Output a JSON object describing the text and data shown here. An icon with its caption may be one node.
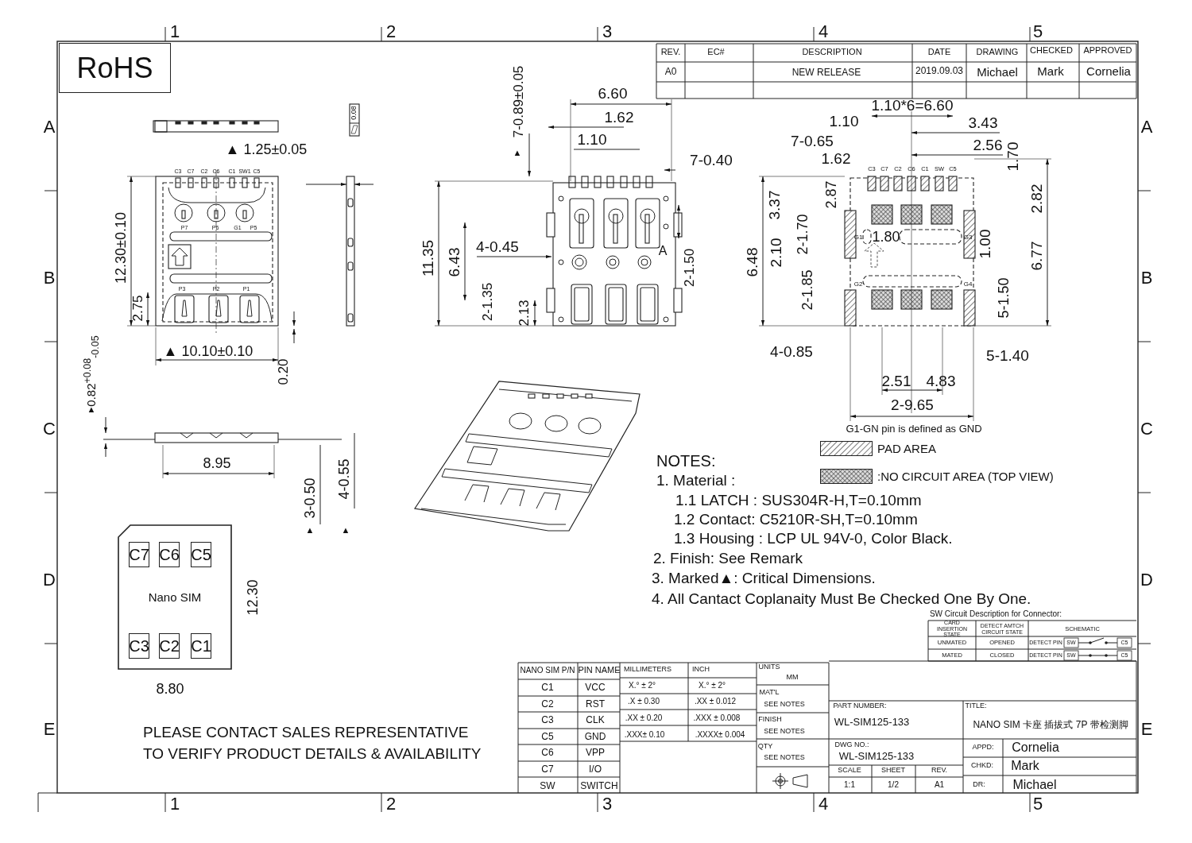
{
  "diagram": {
    "nodes": [
      {
        "text": [
          "RoHS"
        ]
      },
      {
        "text": [
          "Nano SIM"
        ]
      },
      {
        "text": [
          "C7"
        ],
        "in": 1
      },
      {
        "text": [
          "C6"
        ],
        "in": 1
      },
      {
        "text": [
          "C5"
        ],
        "in": 1
      },
      {
        "text": [
          "C3"
        ],
        "in": 1
      },
      {
        "text": [
          "C2"
        ],
        "in": 1
      },
      {
        "text": [
          "C1"
        ],
        "in": 1
      }
    ],
    "labels": [
      "1",
      "2",
      "3",
      "4",
      "5",
      "REV.",
      "EC#",
      "DESCRIPTION",
      "DATE",
      "DRAWING",
      "CHECKED",
      "APPROVED",
      "A0",
      "NEW RELEASE",
      "2019.09.03",
      "Michael",
      "Mark",
      "Cornelia",
      "A",
      "A",
      "B",
      "B",
      "C",
      "C",
      "D",
      "D",
      "E",
      "E",
      "0.08",
      "▲ 1.25±0.05",
      "C3",
      "C7",
      "C2",
      "C6",
      "C1",
      "SW1",
      "C5",
      "P7",
      "P6",
      "G1",
      "P5",
      "P3",
      "P2",
      "P1",
      "12.30±0.10",
      "2.75",
      "▲ 10.10±0.10",
      "0.20",
      "▲",
      "0.82$^{+0.08}$$_{-0.05}$",
      "8.95",
      "3-0.50",
      "▲",
      "4-0.55",
      "▲",
      "7-0.89±0.05",
      "▲",
      "6.60",
      "1.62",
      "1.10",
      "7-0.40",
      "11.35",
      "6.43",
      "4-0.45",
      "2-1.35",
      "2.13",
      "A",
      "2-1.50",
      "1.10*6=6.60",
      "1.10",
      "3.43",
      "7-0.65",
      "2.56",
      "1.62",
      "1.70",
      "C3",
      "C7",
      "C2",
      "C6",
      "C1",
      "SW",
      "C5",
      "3.37",
      "2.87",
      "2.82",
      "2-1.70",
      "6.48",
      "2.10",
      "G1",
      "1.80",
      "G3",
      "1.00",
      "6.77",
      "G2",
      "G4",
      "2-1.85",
      "5-1.50",
      "4-0.85",
      "5-1.40",
      "2.51",
      "4.83",
      "2-9.65",
      "G1-GN pin is defined as GND",
      "NOTES:",
      "1. Material :",
      "1.1 LATCH : SUS304R-H,T=0.10mm",
      "1.2 Contact: C5210R-SH,T=0.10mm",
      "1.3 Housing : LCP UL 94V-0, Color Black.",
      "2. Finish: See Remark",
      "3. Marked▲: Critical Dimensions.",
      "4. All Cantact Coplanaity Must Be Checked One By One.",
      "12.30",
      "8.80",
      "SW Circuit Description for Connector:",
      "CARD INSERTION STATE",
      "DETECT AMTCH CIRCUIT STATE",
      "SCHEMATIC",
      "UNMATED",
      "OPENED",
      "DETECT PIN",
      "SW",
      "C5",
      "MATED",
      "CLOSED",
      "DETECT PIN",
      "SW",
      "C5",
      "NANO SIM P/N",
      "PIN NAME",
      "C1",
      "VCC",
      "C2",
      "RST",
      "C3",
      "CLK",
      "C5",
      "GND",
      "C6",
      "VPP",
      "C7",
      "I/O",
      "SW",
      "SWITCH",
      "MILLIMETERS",
      "INCH",
      "X.° ± 2°",
      "X.° ± 2°",
      ".X ± 0.30",
      ".XX ± 0.012",
      ".XX ± 0.20",
      ".XXX ± 0.008",
      ".XXX± 0.10",
      ".XXXX± 0.004",
      "UNITS",
      "MM",
      "MAT'L",
      "SEE NOTES",
      "FINISH",
      "SEE NOTES",
      "QTY",
      "SEE NOTES",
      "PART NUMBER:",
      "WL-SIM125-133",
      "TITLE:",
      "NANO SIM 卡座 插拔式 7P 带检测脚",
      "DWG NO.:",
      "WL-SIM125-133",
      "APPD:",
      "Cornelia",
      "SCALE",
      "SHEET",
      "REV.",
      "CHKD:",
      "Mark",
      "1:1",
      "1/2",
      "A1",
      "DR:",
      "Michael",
      "PLEASE CONTACT SALES REPRESENTATIVE TO VERIFY PRODUCT DETAILS & AVAILABILITY",
      "1",
      "2",
      "3",
      "4",
      "5"
    ],
    "legend": [
      {
        "text": "PAD AREA"
      },
      {
        "text": ":NO CIRCUIT AREA (TOP VIEW)"
      }
    ]
  }
}
